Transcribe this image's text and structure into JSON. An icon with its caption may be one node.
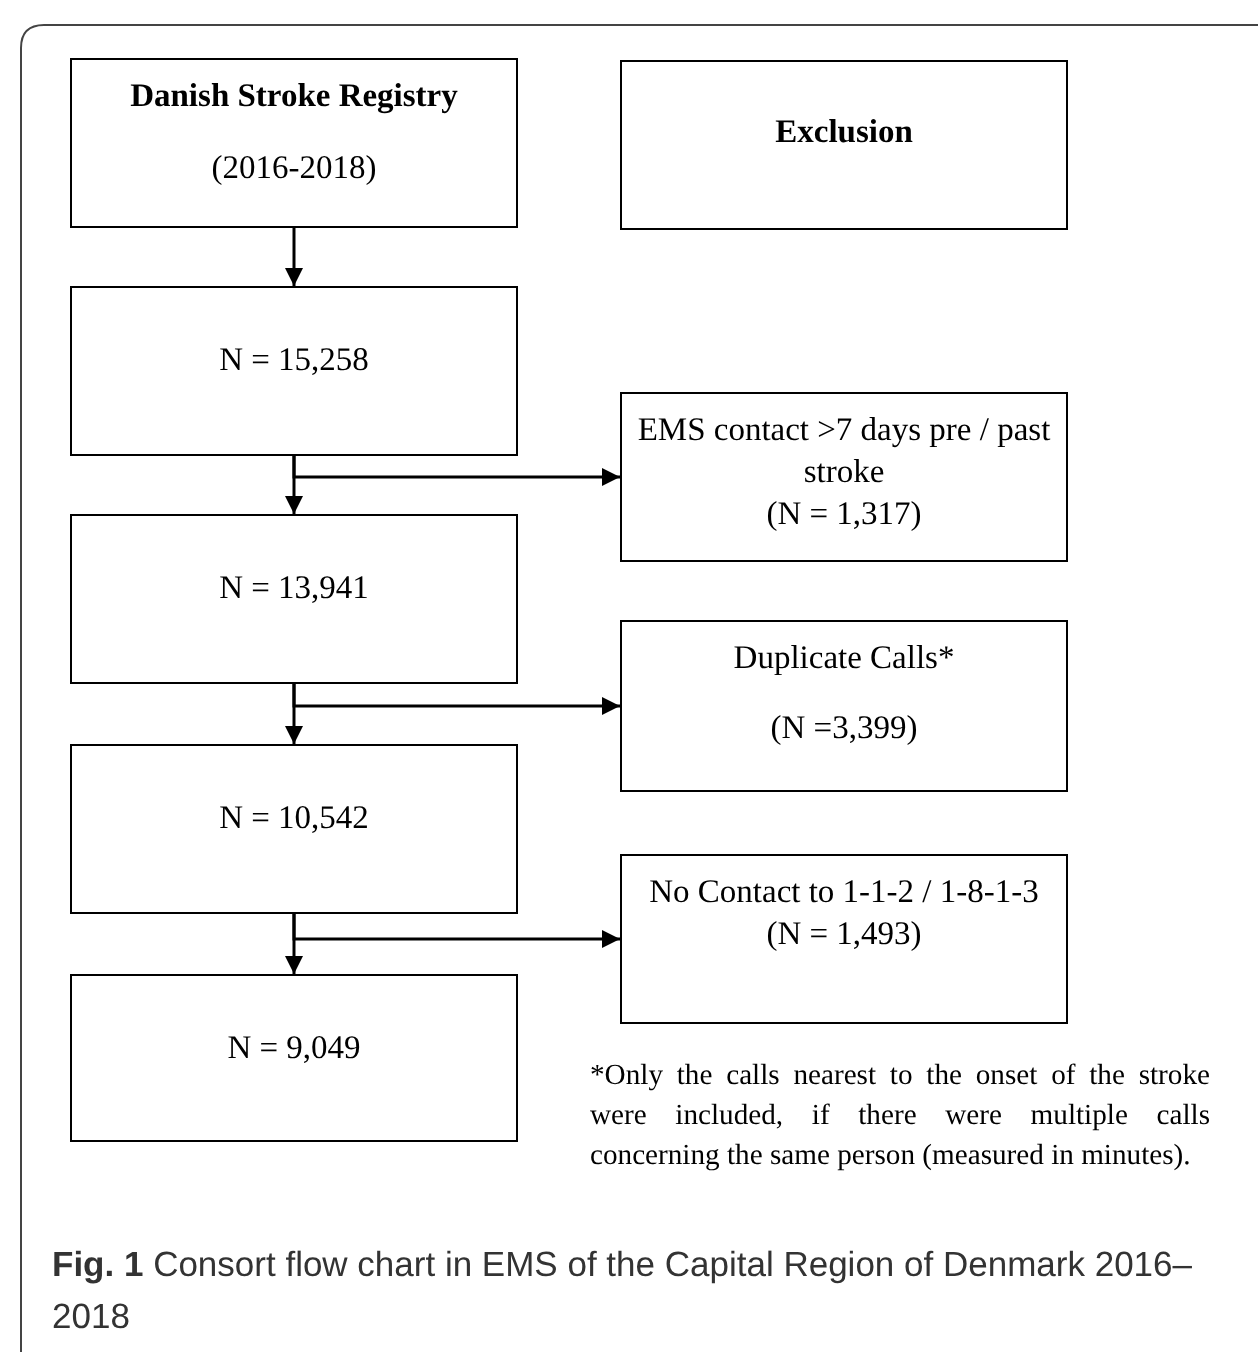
{
  "diagram": {
    "caption": "**Fig. 1** Consort flow chart in EMS of the Capital Region of Denmark 2016–2018",
    "nodes": [
      {
        "text": [
          "Danish Stroke Registry",
          "(2016-2018)"
        ]
      },
      {
        "text": [
          "Exclusion"
        ]
      },
      {
        "text": [
          "N = 15,258"
        ]
      },
      {
        "text": [
          "EMS contact >7 days pre / past stroke",
          "(N = 1,317)"
        ]
      },
      {
        "text": [
          "N = 13,941"
        ]
      },
      {
        "text": [
          "Duplicate Calls*",
          "(N =3,399)"
        ]
      },
      {
        "text": [
          "N = 10,542"
        ]
      },
      {
        "text": [
          "No Contact to 1-1-2 / 1-8-1-3",
          "(N = 1,493)"
        ]
      },
      {
        "text": [
          "N = 9,049"
        ]
      }
    ],
    "edges": [
      {
        "from": 0,
        "to": 2,
        "arrow": "to"
      },
      {
        "from": 2,
        "to": 4,
        "arrow": "to"
      },
      {
        "from": 2,
        "to": 3,
        "arrow": "to"
      },
      {
        "from": 4,
        "to": 6,
        "arrow": "to"
      },
      {
        "from": 4,
        "to": 5,
        "arrow": "to"
      },
      {
        "from": 6,
        "to": 8,
        "arrow": "to"
      },
      {
        "from": 6,
        "to": 7,
        "arrow": "to"
      }
    ],
    "labels": [
      "*Only the calls nearest to the onset of the stroke were included, if there were multiple calls concerning the same person (measured in minutes)."
    ]
  }
}
